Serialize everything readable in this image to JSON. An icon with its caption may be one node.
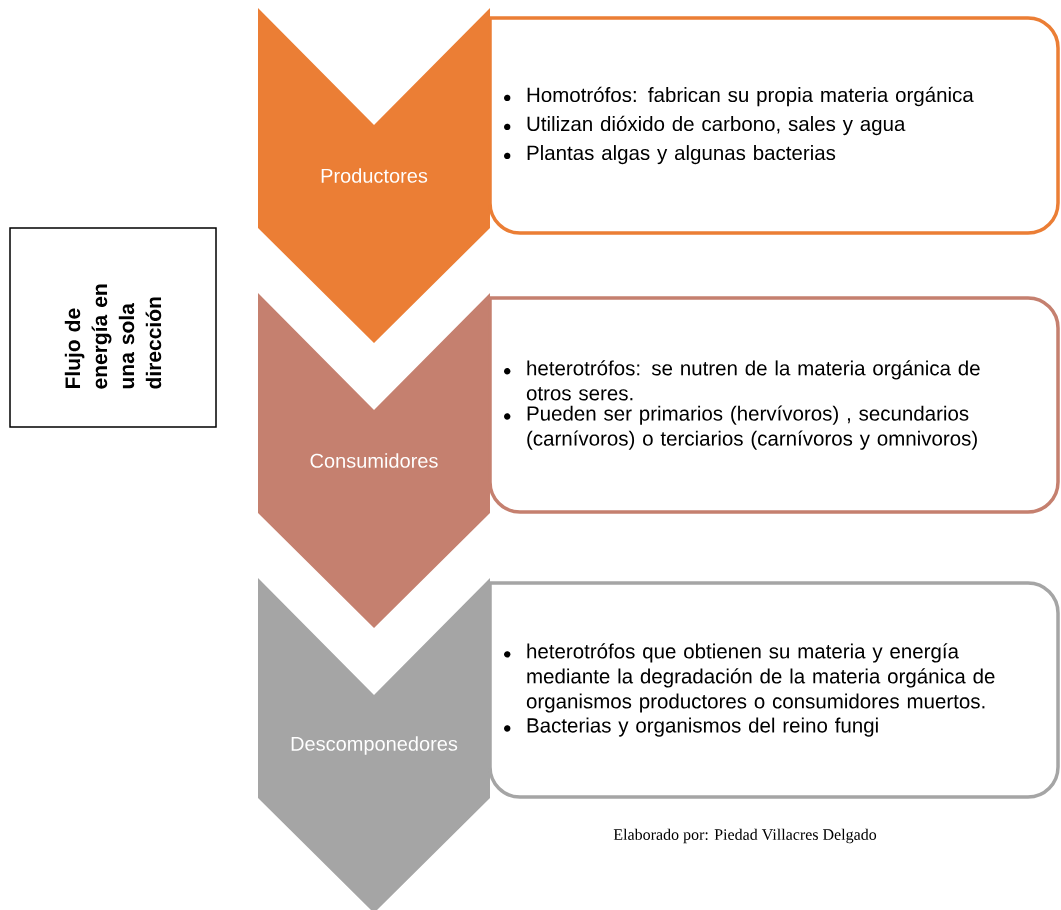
{
  "diagram": {
    "nodes": [
      {
        "text": [
          "Flujo de energía en una sola dirección"
        ]
      },
      {
        "text": [
          "Productores"
        ]
      },
      {
        "text": [
          "Homotrófos: fabrican su propia materia orgánica",
          "Utilizan dióxido de carbono, sales y agua",
          "Plantas algas y algunas bacterias"
        ]
      },
      {
        "text": [
          "Consumidores"
        ]
      },
      {
        "text": [
          "heterotrófos: se nutren de la materia orgánica de otros seres.",
          "Pueden ser primarios (hervívoros) , secundarios (carnívoros)  o terciarios (carnívoros y omnivoros)"
        ]
      },
      {
        "text": [
          "Descomponedores"
        ]
      },
      {
        "text": [
          "heterotrófos que obtienen su materia y energía mediante la degradación de la materia orgánica de organismos productores o consumidores muertos.",
          "Bacterias y organismos del reino fungi"
        ]
      }
    ],
    "labels": [
      "Elaborado por: Piedad Villacres Delgado"
    ]
  }
}
